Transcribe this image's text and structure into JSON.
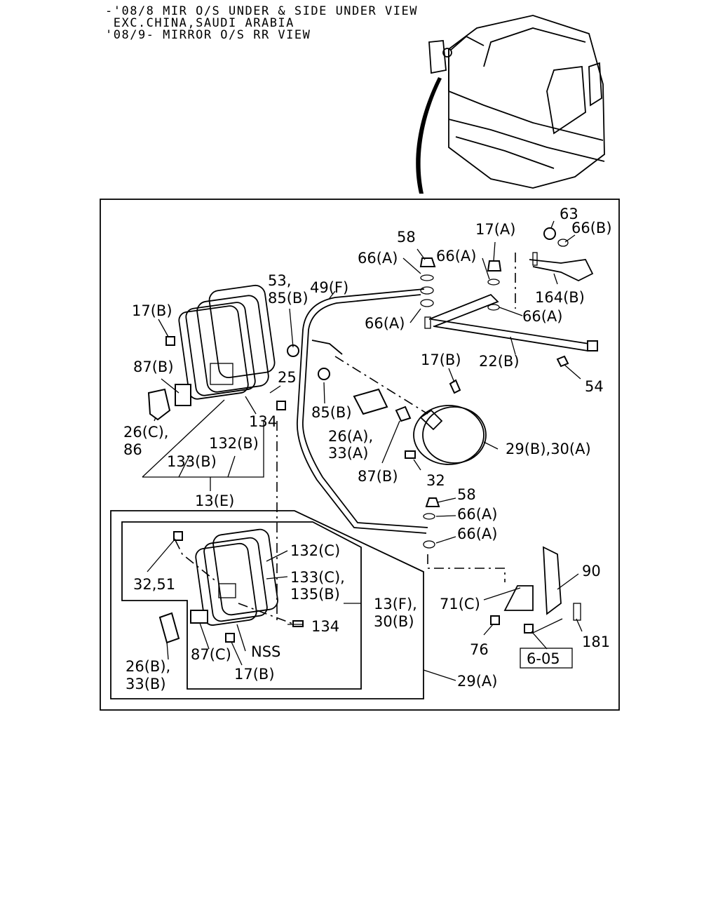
{
  "header": {
    "line1": "-'08/8 MIR O/S UNDER & SIDE UNDER VIEW",
    "line2": " EXC.CHINA,SAUDI ARABIA",
    "line3": "'08/9- MIRROR O/S RR VIEW"
  },
  "labels": {
    "l63": "63",
    "l66b": "66(B)",
    "l17a": "17(A)",
    "l58top": "58",
    "l66a_1": "66(A)",
    "l66a_2": "66(A)",
    "l53": "53,",
    "l85b_top": "85(B)",
    "l49f": "49(F)",
    "l66a_3": "66(A)",
    "l66a_4": "66(A)",
    "l164b": "164(B)",
    "l17b_1": "17(B)",
    "l22b": "22(B)",
    "l54": "54",
    "l87b_1": "87(B)",
    "l25": "25",
    "l17b_2": "17(B)",
    "l26c": "26(C),",
    "l86": "86",
    "l134_1": "134",
    "l85b_mid": "85(B)",
    "l26a": "26(A),",
    "l33a": "33(A)",
    "l132b": "132(B)",
    "l133b": "133(B)",
    "l29b30a": "29(B),30(A)",
    "l87b_2": "87(B)",
    "l32": "32",
    "l13e": "13(E)",
    "l58low": "58",
    "l66a_5": "66(A)",
    "l66a_6": "66(A)",
    "l132c": "132(C)",
    "l133c": "133(C),",
    "l135b": "135(B)",
    "l3251": "32,51",
    "l90": "90",
    "l13f": "13(F),",
    "l30b": "30(B)",
    "l71c": "71(C)",
    "l134_2": "134",
    "l76": "76",
    "l181": "181",
    "l87c": "87(C)",
    "lnss": "NSS",
    "l605": "6-05",
    "l26b": "26(B),",
    "l33b": "33(B)",
    "l17b_3": "17(B)",
    "l29a": "29(A)"
  }
}
